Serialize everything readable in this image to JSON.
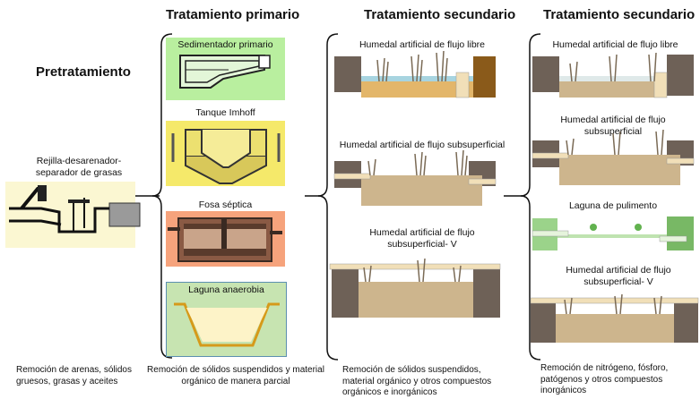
{
  "headers": {
    "pretreatment": "Pretratamiento",
    "primary": "Tratamiento primario",
    "secondary_1": "Tratamiento secundario",
    "secondary_2": "Tratamiento secundario"
  },
  "pretreatment": {
    "unit_label": "Rejilla-desarenador-separador de grasas",
    "caption": "Remoción de arenas, sólidos gruesos, grasas y aceites"
  },
  "primary": {
    "units": [
      {
        "label": "Sedimentador primario",
        "bg": "#b9ef9f"
      },
      {
        "label": "Tanque Imhoff",
        "bg": "#f5e96a"
      },
      {
        "label": "Fosa séptica",
        "bg": "#f6a37c"
      },
      {
        "label": "Laguna anaerobia",
        "bg": "#c7e4b1"
      }
    ],
    "caption": "Remoción de sólidos suspendidos y material orgánico de manera parcial"
  },
  "secondary_1": {
    "units": [
      {
        "label": "Humedal artificial de flujo libre"
      },
      {
        "label": "Humedal artificial de flujo subsuperficial"
      },
      {
        "label": "Humedal artificial de flujo subsuperficial- V"
      }
    ],
    "caption": "Remoción de sólidos suspendidos, material orgánico y otros compuestos orgánicos e inorgánicos"
  },
  "secondary_2": {
    "units": [
      {
        "label": "Humedal artificial de flujo libre"
      },
      {
        "label": "Humedal artificial de flujo subsuperficial"
      },
      {
        "label": "Laguna de pulimento"
      },
      {
        "label": "Humedal artificial de flujo subsuperficial- V"
      }
    ],
    "caption": "Remoción de nitrógeno, fósforo, patógenos y otros compuestos inorgánicos"
  },
  "colors": {
    "wall": "#6e6157",
    "gravel": "#cdb58d",
    "pipe": "#f1dfb8",
    "reed": "#7a6a55",
    "pond": "#9bd38a"
  }
}
